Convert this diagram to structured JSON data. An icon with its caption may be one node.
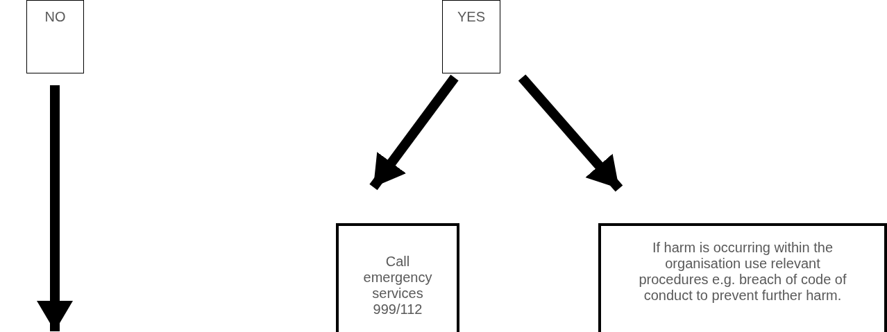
{
  "diagram": {
    "nodes": [
      {
        "text": [
          "NO"
        ]
      },
      {
        "text": [
          "YES"
        ]
      },
      {
        "text": [
          "Call emergency services 999/112"
        ]
      },
      {
        "text": [
          "If harm is occurring within the organisation use relevant procedures e.g. breach of code of conduct to prevent further harm."
        ]
      }
    ],
    "edges": [
      {
        "from": 0,
        "to": null,
        "arrow": "to"
      },
      {
        "from": 1,
        "to": 2,
        "arrow": "to"
      },
      {
        "from": 1,
        "to": 3,
        "arrow": "to"
      }
    ]
  }
}
